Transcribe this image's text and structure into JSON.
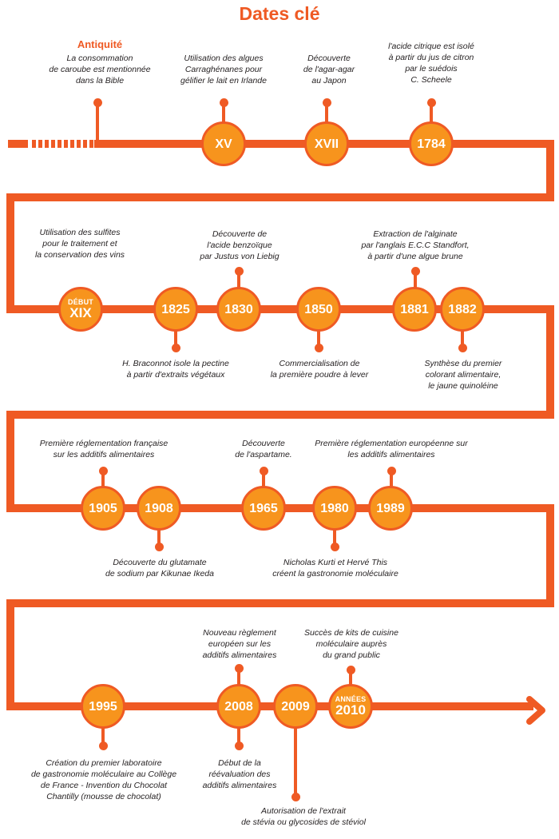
{
  "title": "Dates clé",
  "accent_color": "#ef5a24",
  "circle_color": "#f7941d",
  "antiquity": {
    "heading": "Antiquité",
    "text": "La consommation\nde caroube est mentionnée\ndans la Bible"
  },
  "events": [
    {
      "id": "xv",
      "year": "XV",
      "text": "Utilisation des algues\nCarraghénanes pour\ngélifier le lait en Irlande"
    },
    {
      "id": "xvii",
      "year": "XVII",
      "text": "Découverte\nde l'agar-agar\nau Japon"
    },
    {
      "id": "1784",
      "year": "1784",
      "text": "l'acide citrique est isolé\nà partir du jus de citron\npar le suédois\nC. Scheele"
    },
    {
      "id": "debut-xix",
      "year_top": "DÉBUT",
      "year": "XIX",
      "text": "Utilisation des sulfites\npour le traitement et\nla conservation des vins"
    },
    {
      "id": "1825",
      "year": "1825",
      "text": "H. Braconnot isole la pectine\nà partir d'extraits végétaux"
    },
    {
      "id": "1830",
      "year": "1830",
      "text": "Découverte de\nl'acide benzoïque\npar Justus von Liebig"
    },
    {
      "id": "1850",
      "year": "1850",
      "text": "Commercialisation de\nla première poudre à lever"
    },
    {
      "id": "1881",
      "year": "1881",
      "text": "Extraction de l'alginate\npar l'anglais E.C.C Standfort,\nà partir d'une algue brune"
    },
    {
      "id": "1882",
      "year": "1882",
      "text": "Synthèse du premier\ncolorant alimentaire,\nle jaune quinoléine"
    },
    {
      "id": "1905",
      "year": "1905",
      "text": "Première réglementation française\nsur les additifs alimentaires"
    },
    {
      "id": "1908",
      "year": "1908",
      "text": "Découverte du glutamate\nde sodium par Kikunae Ikeda"
    },
    {
      "id": "1965",
      "year": "1965",
      "text": "Découverte\nde l'aspartame."
    },
    {
      "id": "1980",
      "year": "1980",
      "text": "Nicholas Kurti et Hervé This\ncréent la gastronomie moléculaire"
    },
    {
      "id": "1989",
      "year": "1989",
      "text": "Première réglementation européenne sur\nles additifs alimentaires"
    },
    {
      "id": "1995",
      "year": "1995",
      "text": "Création du premier laboratoire\nde gastronomie moléculaire au Collège\nde France - Invention du Chocolat\nChantilly (mousse de chocolat)"
    },
    {
      "id": "2008-top",
      "year": "2008",
      "text": "Nouveau règlement\neuropéen sur les\nadditifs alimentaires"
    },
    {
      "id": "2008-bottom",
      "text": "Début de la\nréévaluation des\nadditifs alimentaires"
    },
    {
      "id": "2009",
      "year": "2009",
      "text": "Autorisation de l'extrait\nde stévia ou glycosides de stéviol"
    },
    {
      "id": "2010",
      "year_top": "ANNÉES",
      "year": "2010",
      "text": "Succès de kits de cuisine\nmoléculaire auprès\ndu grand public"
    }
  ]
}
